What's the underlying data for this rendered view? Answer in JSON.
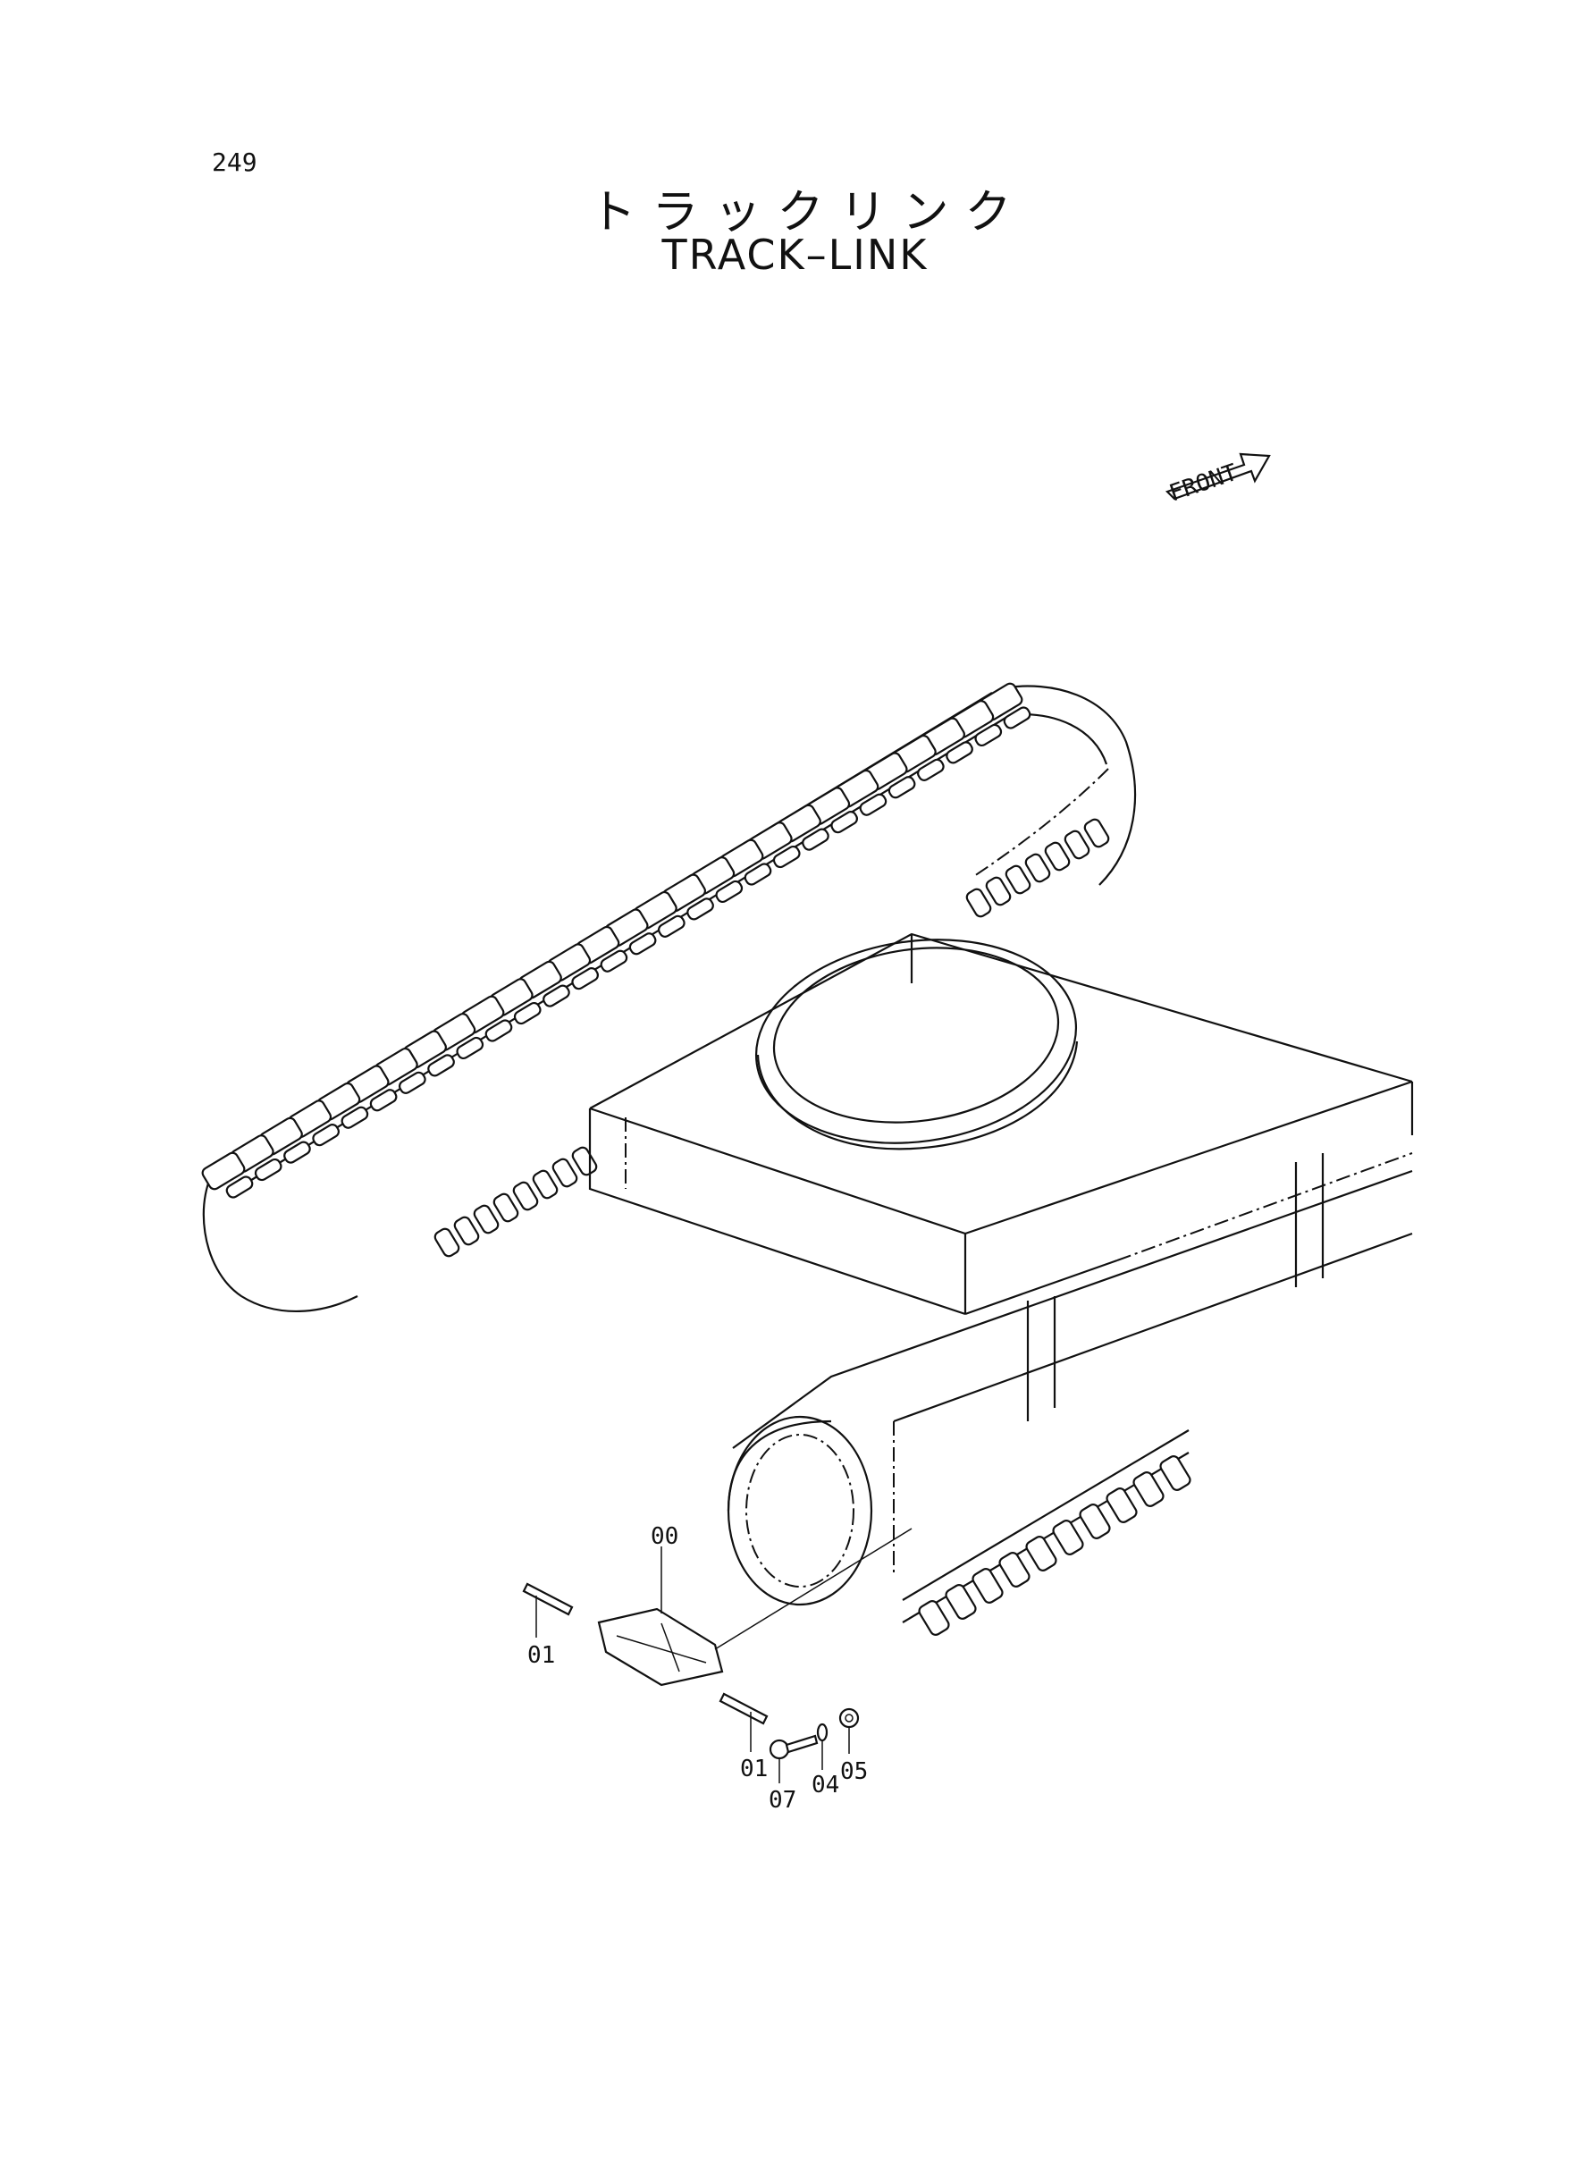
{
  "page": {
    "number": "249",
    "title_jp": "トラックリンク",
    "title_en": "TRACK–LINK"
  },
  "front_indicator": {
    "label": "FRONT",
    "icon": "front-arrow-icon"
  },
  "callouts": [
    {
      "id": "00"
    },
    {
      "id": "01"
    },
    {
      "id": "01"
    },
    {
      "id": "07"
    },
    {
      "id": "04"
    },
    {
      "id": "05"
    }
  ]
}
